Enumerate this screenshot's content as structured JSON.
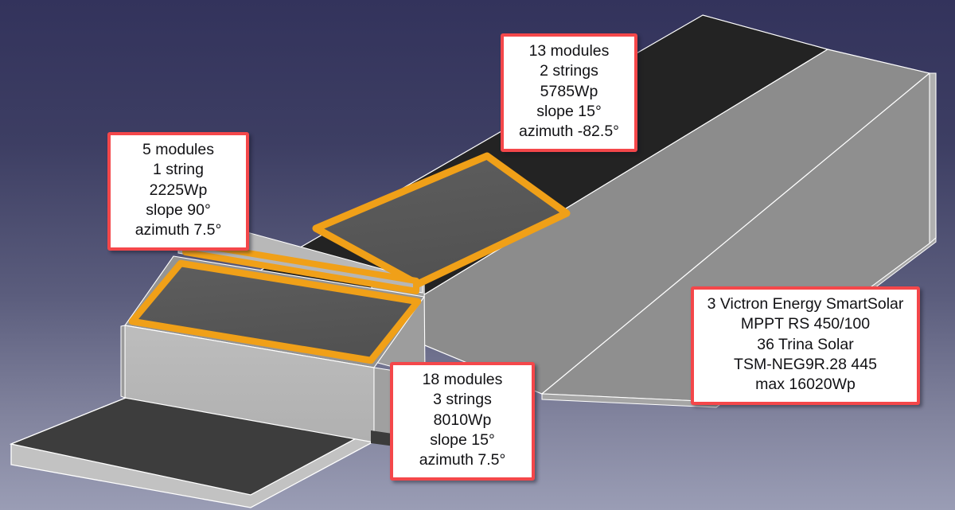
{
  "scene": {
    "title": "PV array 3D layout",
    "background": {
      "gradient_top": "#34355e",
      "gradient_bottom": "#9a9db5"
    },
    "colors": {
      "panel_outline": "#f0a018",
      "panel_fill_dark": "#585858",
      "panel_fill_light": "#b4b4b4",
      "roof_near": "#8c8c8c",
      "roof_far_shadow": "#242424",
      "wall_light": "#a8a8a8",
      "wall_mid": "#999999",
      "wall_bright": "#c0c0c0",
      "ground_slab_top": "#3d3d3d",
      "ground_slab_edge": "#c2c2c2",
      "edge_line": "#ffffff",
      "callout_border": "#f4474a",
      "callout_background": "#ffffff",
      "callout_text": "#111114"
    }
  },
  "callouts": [
    {
      "id": "array-north-roof",
      "lines": [
        "13 modules",
        "2 strings",
        "5785Wp",
        "slope 15°",
        "azimuth -82.5°"
      ],
      "modules": 13,
      "strings": 2,
      "power_wp": 5785,
      "slope_deg": 15,
      "azimuth_deg": -82.5
    },
    {
      "id": "array-facade",
      "lines": [
        "5 modules",
        "1 string",
        "2225Wp",
        "slope 90°",
        "azimuth 7.5°"
      ],
      "modules": 5,
      "strings": 1,
      "power_wp": 2225,
      "slope_deg": 90,
      "azimuth_deg": 7.5
    },
    {
      "id": "array-annex-roof",
      "lines": [
        "18 modules",
        "3 strings",
        "8010Wp",
        "slope 15°",
        "azimuth 7.5°"
      ],
      "modules": 18,
      "strings": 3,
      "power_wp": 8010,
      "slope_deg": 15,
      "azimuth_deg": 7.5
    },
    {
      "id": "system-summary",
      "lines": [
        "3 Victron Energy SmartSolar",
        "MPPT RS 450/100",
        "36 Trina Solar",
        "TSM-NEG9R.28 445",
        "max 16020Wp"
      ],
      "inverter_count": 3,
      "inverter_model": "Victron Energy SmartSolar MPPT RS 450/100",
      "module_count": 36,
      "module_model": "Trina Solar TSM-NEG9R.28 445",
      "max_power_wp": 16020
    }
  ]
}
